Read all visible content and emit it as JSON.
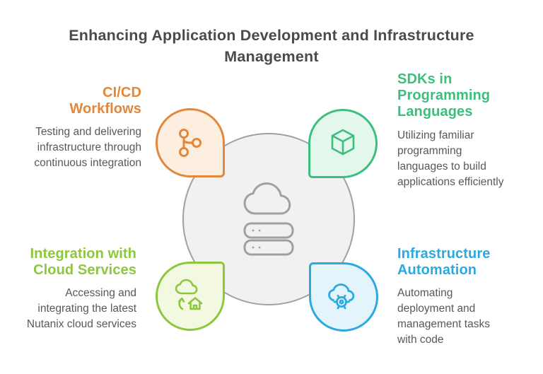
{
  "title": "Enhancing Application Development and Infrastructure Management",
  "center": {
    "fill_color": "#F1F1F2",
    "stroke_color": "#9FA0A3",
    "icons": [
      "cloud-icon",
      "server-stack-icon"
    ]
  },
  "quadrants": [
    {
      "id": "cicd-workflows",
      "position": "top-left",
      "heading": "CI/CD Workflows",
      "description": "Testing and delivering infrastructure through continuous integration",
      "icon": "git-branch-icon",
      "accent_color": "#E2873B",
      "fill_color": "#FCEFE0"
    },
    {
      "id": "sdks-in-programming-languages",
      "position": "top-right",
      "heading": "SDKs in Programming Languages",
      "description": "Utilizing familiar programming languages to build applications efficiently",
      "icon": "cube-icon",
      "accent_color": "#3CBE7D",
      "fill_color": "#E3F7EC"
    },
    {
      "id": "integration-with-cloud-services",
      "position": "bottom-left",
      "heading": "Integration with Cloud Services",
      "description": "Accessing and integrating the latest Nutanix cloud services",
      "icon": "cloud-upload-home-icon",
      "accent_color": "#8FC640",
      "fill_color": "#F3F9E0"
    },
    {
      "id": "infrastructure-automation",
      "position": "bottom-right",
      "heading": "Infrastructure Automation",
      "description": "Automating deployment and management tasks with code",
      "icon": "cloud-gear-icon",
      "accent_color": "#2BA9E0",
      "fill_color": "#E3F4FB"
    }
  ]
}
